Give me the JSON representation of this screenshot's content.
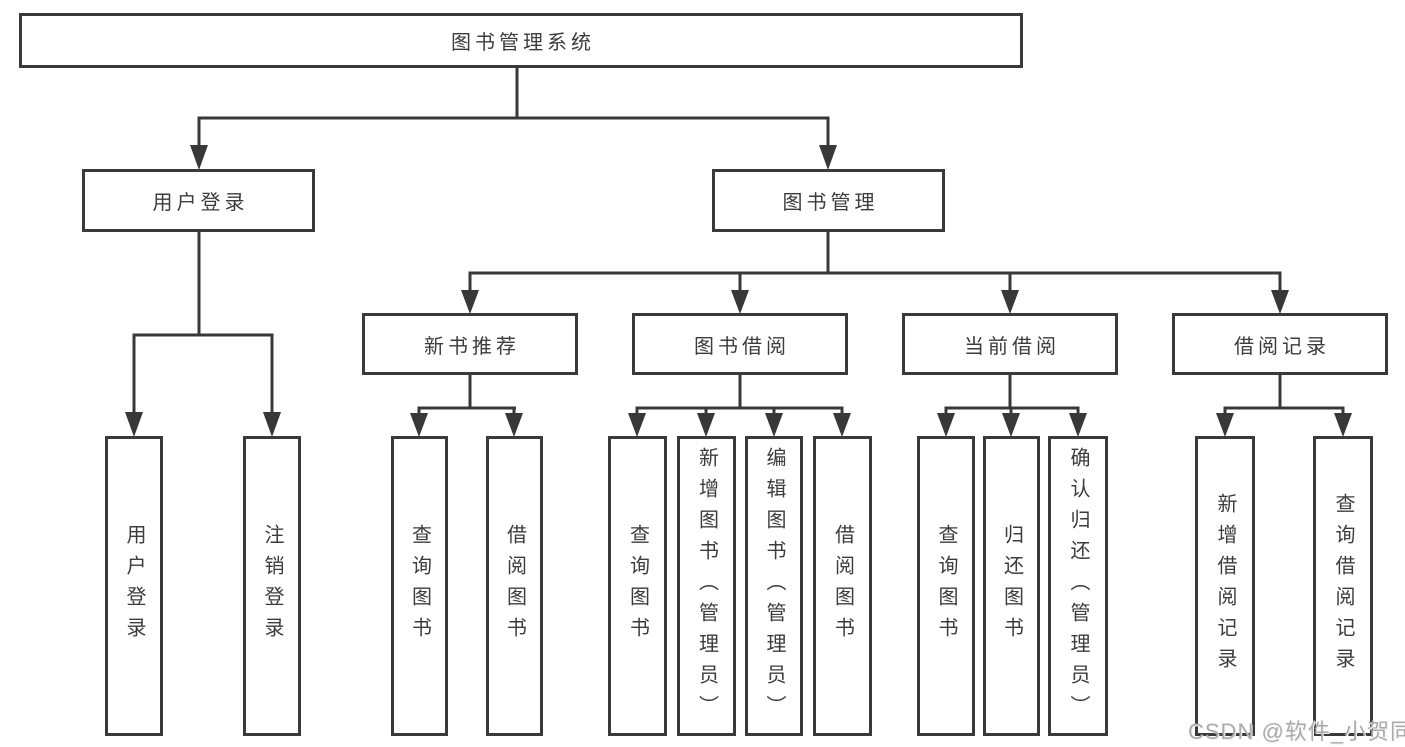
{
  "diagram": {
    "title": "图书管理系统",
    "colors": {
      "line": "#383838",
      "border": "#3a3a3a",
      "text": "#3c3c3c",
      "background": "#ffffff",
      "watermark": "#ababab"
    },
    "root": {
      "label": "图书管理系统"
    },
    "level2": [
      {
        "label": "用户登录"
      },
      {
        "label": "图书管理"
      }
    ],
    "level3": [
      {
        "label": "新书推荐"
      },
      {
        "label": "图书借阅"
      },
      {
        "label": "当前借阅"
      },
      {
        "label": "借阅记录"
      }
    ],
    "leaf_groups": [
      {
        "parent": "用户登录",
        "items": [
          "用户登录",
          "注销登录"
        ]
      },
      {
        "parent": "新书推荐",
        "items": [
          "查询图书",
          "借阅图书"
        ]
      },
      {
        "parent": "图书借阅",
        "items": [
          "查询图书",
          "新增图书（管理员）",
          "编辑图书（管理员）",
          "借阅图书"
        ]
      },
      {
        "parent": "当前借阅",
        "items": [
          "查询图书",
          "归还图书",
          "确认归还（管理员）"
        ]
      },
      {
        "parent": "借阅记录",
        "items": [
          "新增借阅记录",
          "查询借阅记录"
        ]
      }
    ]
  },
  "watermark": {
    "text": "CSDN @软件_小贺同学"
  }
}
